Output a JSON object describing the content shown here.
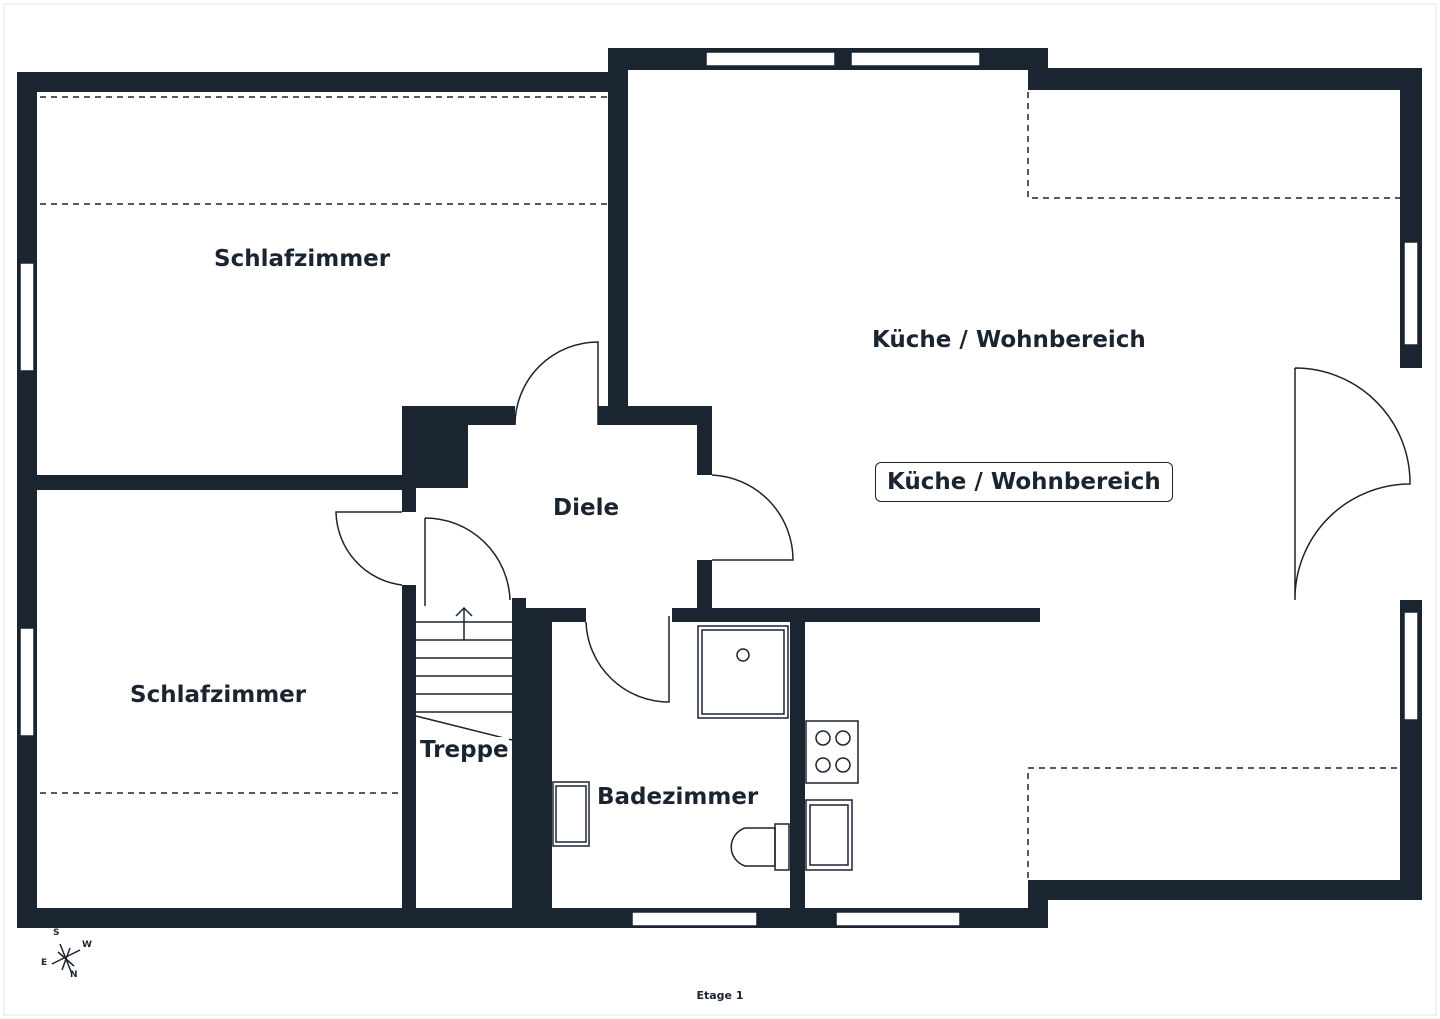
{
  "floor_label": "Etage 1",
  "rooms": {
    "bedroom_top": "Schlafzimmer",
    "bedroom_bottom": "Schlafzimmer",
    "kitchen_living": "Küche / Wohnbereich",
    "kitchen_living_tag": "Küche / Wohnbereich",
    "hall": "Diele",
    "stairs": "Treppe",
    "bathroom": "Badezimmer"
  },
  "compass": {
    "n": "N",
    "s": "S",
    "e": "E",
    "w": "W"
  },
  "colors": {
    "wall": "#1b2431",
    "background": "#ffffff"
  }
}
